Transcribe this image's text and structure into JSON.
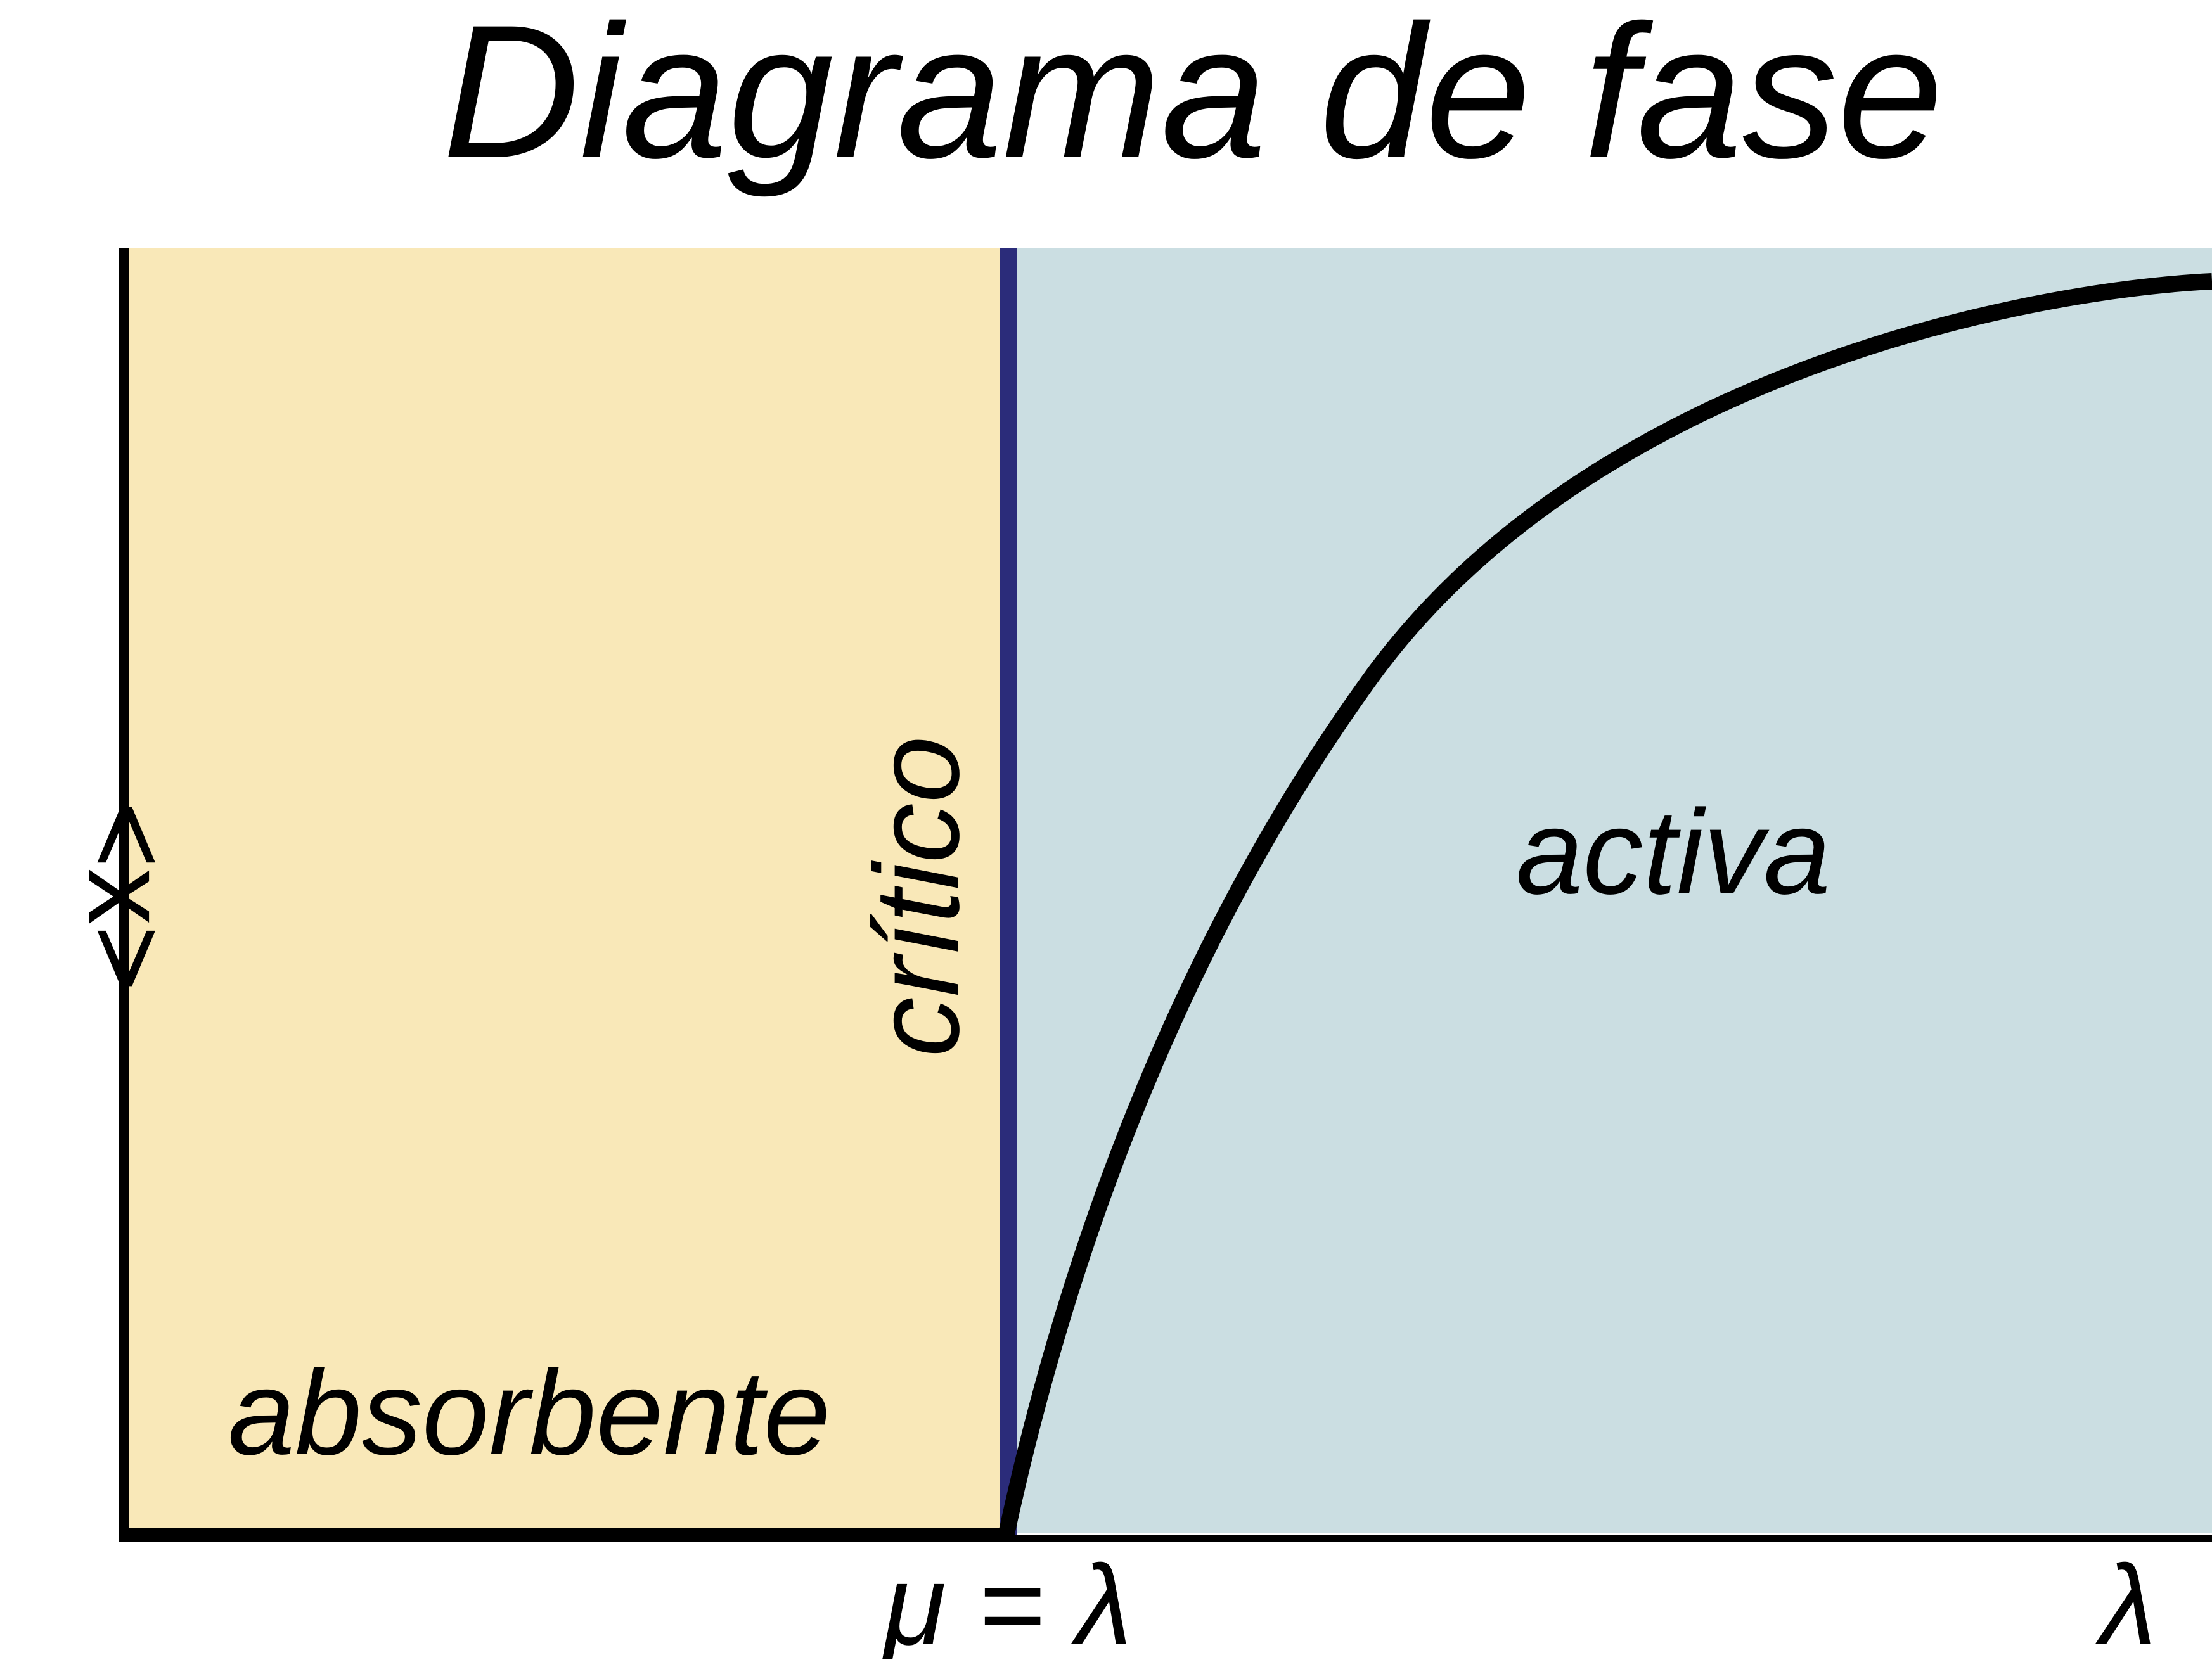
{
  "title": "Diagrama de fase",
  "y_axis_label": "<x>",
  "x_axis": {
    "critical_tick_label": "μ = λ",
    "axis_end_label": "λ"
  },
  "regions": {
    "absorbing": {
      "label": "absorbente",
      "color": "#F9E8B8"
    },
    "critical": {
      "label": "crítico",
      "color": "#2B2C7A"
    },
    "active": {
      "label": "activa",
      "color": "#CBDEE2"
    }
  },
  "curve_color": "#000000"
}
